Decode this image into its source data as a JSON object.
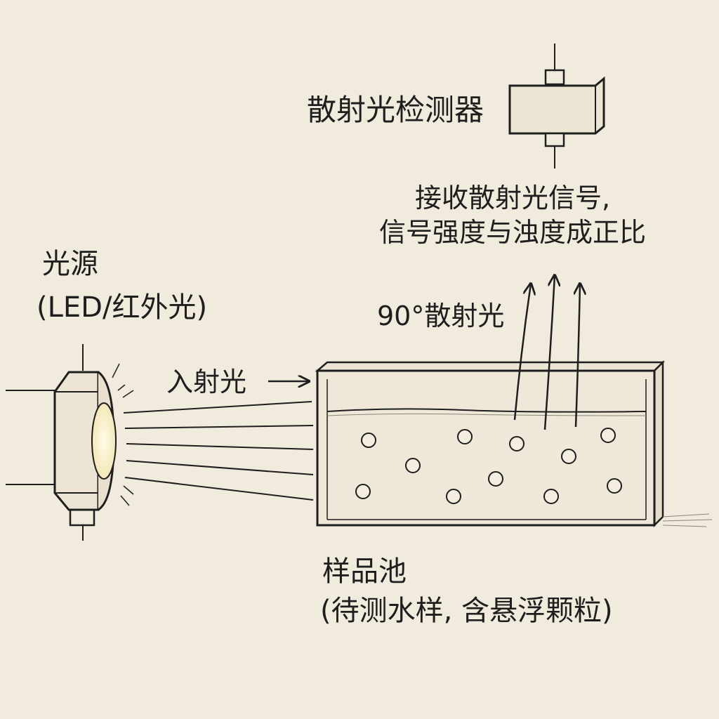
{
  "labels": {
    "detector": "散射光检测器",
    "signal_note": [
      "接收散射光信号,",
      "信号强度与浊度成正比"
    ],
    "light_source": "光源",
    "light_source_type": "(LED/红外光)",
    "scattered_light": "90°散射光",
    "incident_light": "入射光",
    "sample_cell": "样品池",
    "sample_cell_desc": "(待测水样, 含悬浮颗粒)"
  },
  "icons": {
    "incident_arrow": "arrow-right-icon",
    "scatter_arrows": "arrow-up-icon"
  },
  "colors": {
    "paper": "#f1ebdd",
    "ink": "#1e1e1e",
    "glow": "#fbf6dc"
  }
}
